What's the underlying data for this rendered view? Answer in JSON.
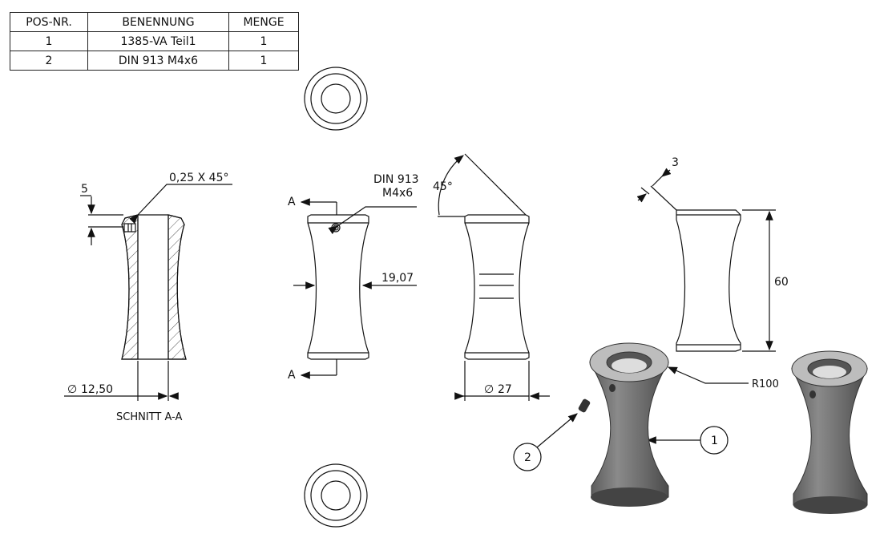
{
  "bom": {
    "headers": [
      "POS-NR.",
      "BENENNUNG",
      "MENGE"
    ],
    "rows": [
      [
        "1",
        "1385-VA Teil1",
        "1"
      ],
      [
        "2",
        "DIN 913 M4x6",
        "1"
      ]
    ]
  },
  "annotations": {
    "chamfer": "0,25 X 45°",
    "dim_5": "5",
    "dia_bore": "12,50",
    "section_label": "SCHNITT A-A",
    "section_a_top": "A",
    "section_a_bottom": "A",
    "screw_line1": "DIN 913",
    "screw_line2": "M4x6",
    "waist_dim": "19,07",
    "angle": "45°",
    "dia_outer": "27",
    "chamfer_dim": "3",
    "height": "60",
    "radius": "R100",
    "balloon_1": "1",
    "balloon_2": "2"
  },
  "colors": {
    "line": "#111111",
    "hatch": "#555555",
    "body_shade": "#6e6e6e",
    "body_dark": "#4a4a4a",
    "top_face": "#bdbdbd"
  }
}
